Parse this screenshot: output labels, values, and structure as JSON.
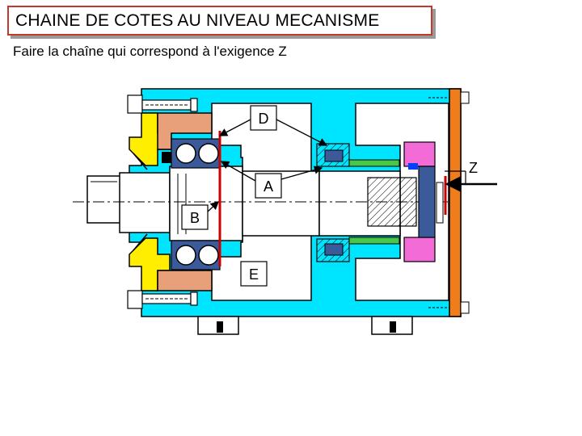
{
  "header": {
    "title": "CHAINE DE COTES AU NIVEAU MECANISME",
    "instruction": "Faire la chaîne qui correspond à l'exigence Z"
  },
  "diagram": {
    "labels": {
      "D": "D",
      "A": "A",
      "B": "B",
      "E": "E",
      "Z": "Z"
    }
  },
  "colors": {
    "housing": "#00e5ff",
    "cover": "#e7a07a",
    "flange": "#ffee00",
    "plate": "#f07c1a",
    "bearing": "#3a5a9a",
    "seal": "#48c848",
    "pink_part": "#f26bd7",
    "chain_line": "#cc0000",
    "title_border": "#c0392b"
  }
}
